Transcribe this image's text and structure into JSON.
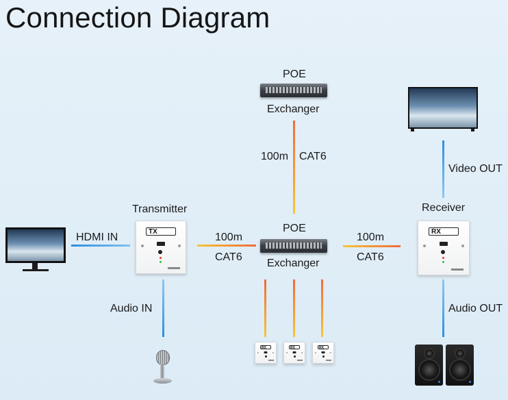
{
  "title": "Connection Diagram",
  "labels": {
    "poe_top": "POE",
    "exchanger_top": "Exchanger",
    "top_len": "100m",
    "top_cable": "CAT6",
    "video_out": "Video OUT",
    "transmitter": "Transmitter",
    "receiver": "Receiver",
    "hdmi_in": "HDMI IN",
    "left_len": "100m",
    "left_cable": "CAT6",
    "poe_mid": "POE",
    "exchanger_mid": "Exchanger",
    "right_len": "100m",
    "right_cable": "CAT6",
    "audio_in": "Audio IN",
    "audio_out": "Audio OUT"
  },
  "devices": {
    "tx_badge": "TX",
    "rx_badge": "RX",
    "mini_badge": "RX"
  },
  "colors": {
    "cable_gradient_start": "#f6c637",
    "cable_gradient_end": "#f16a3a",
    "av_line": "#2c8fe0",
    "background": "#e2eef8"
  }
}
